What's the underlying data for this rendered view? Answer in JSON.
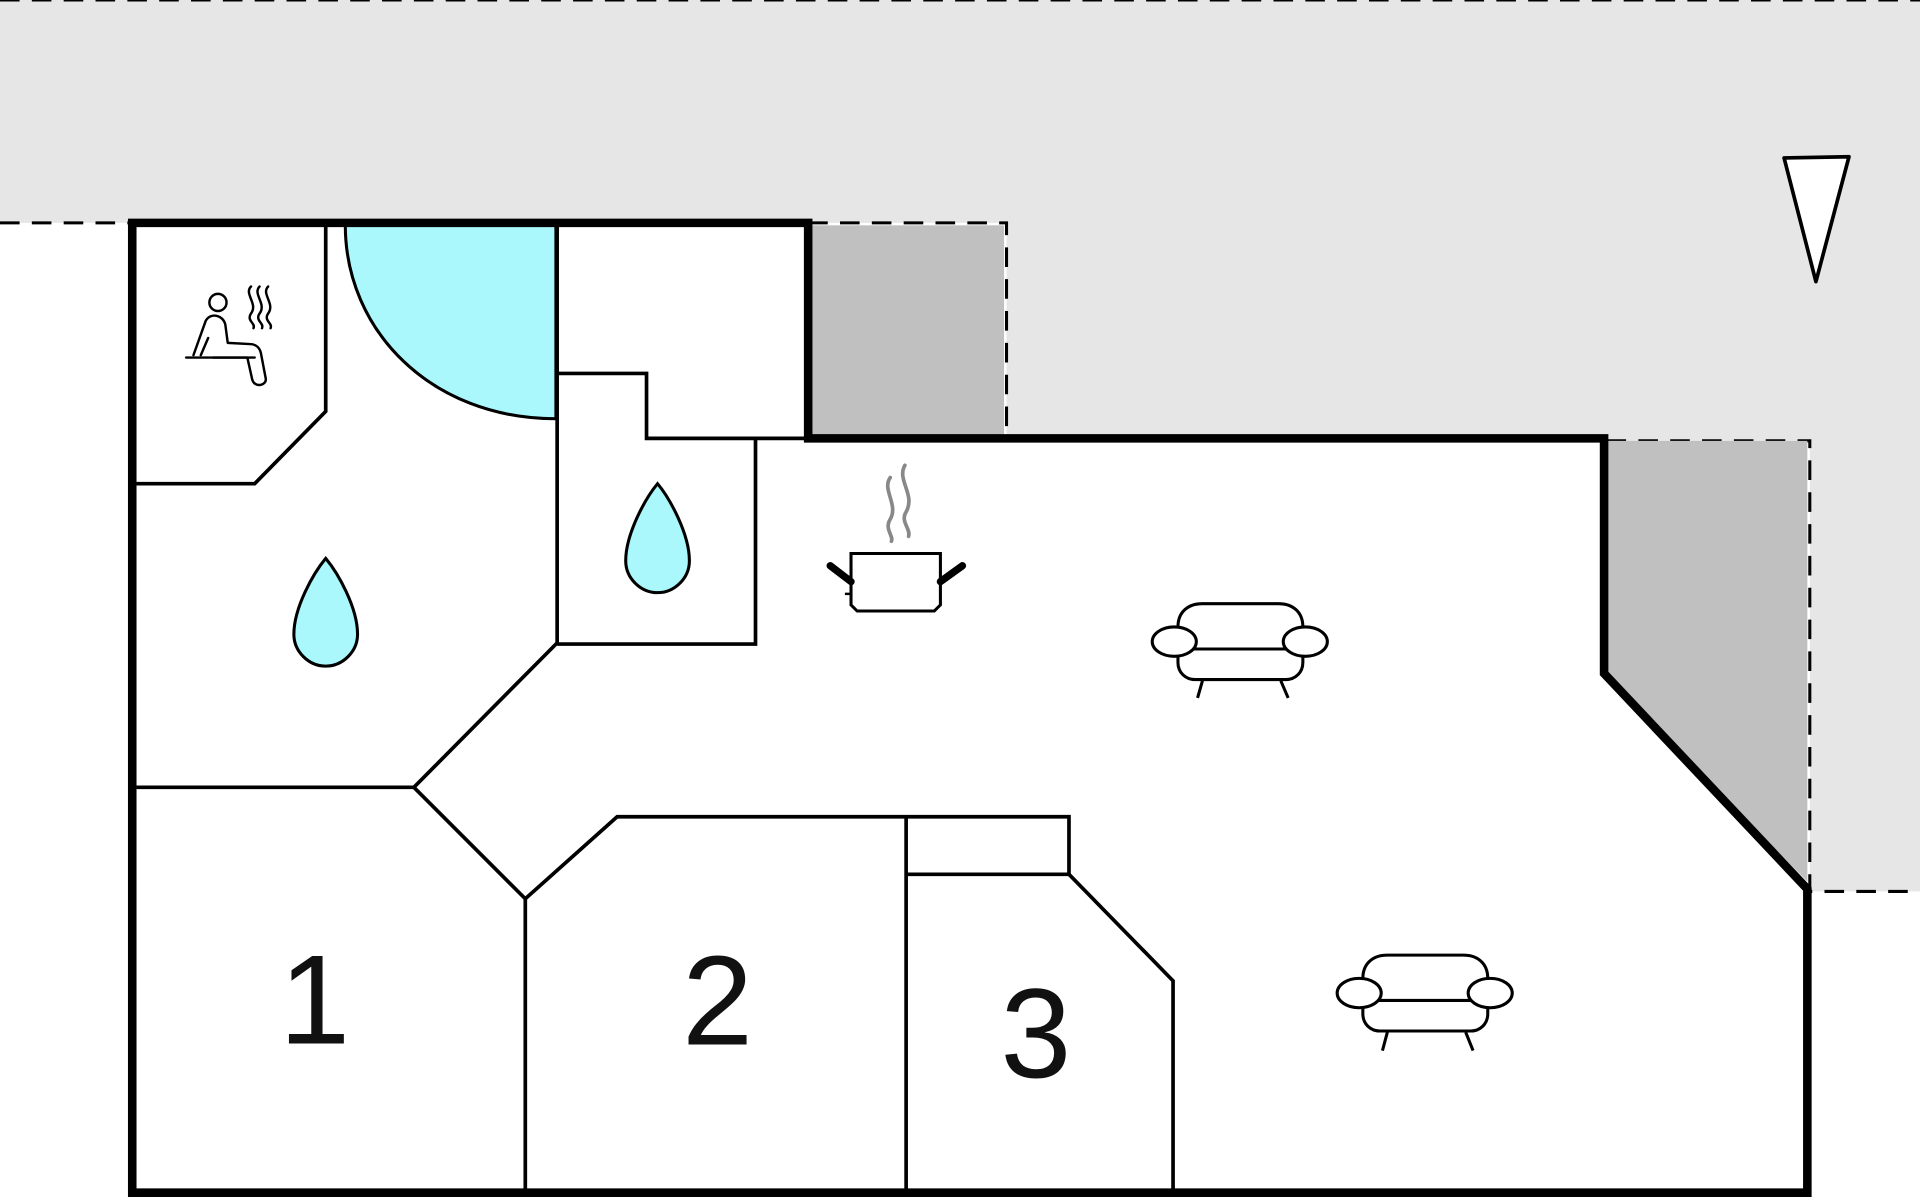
{
  "floorplan": {
    "rooms": {
      "bedroom_1": {
        "label": "1"
      },
      "bedroom_2": {
        "label": "2"
      },
      "bedroom_3": {
        "label": "3"
      }
    },
    "icons": {
      "sauna": "sauna-icon",
      "bathroom_1": "water-drop-icon",
      "bathroom_2": "water-drop-icon",
      "kitchen": "cooking-pot-icon",
      "living_1": "sofa-icon",
      "living_2": "sofa-icon",
      "north": "north-arrow-icon"
    },
    "colors": {
      "terrace": "#e6e6e6",
      "covered_terrace": "#c0c0c0",
      "water": "#aaf8fc",
      "wall": "#000000"
    }
  }
}
